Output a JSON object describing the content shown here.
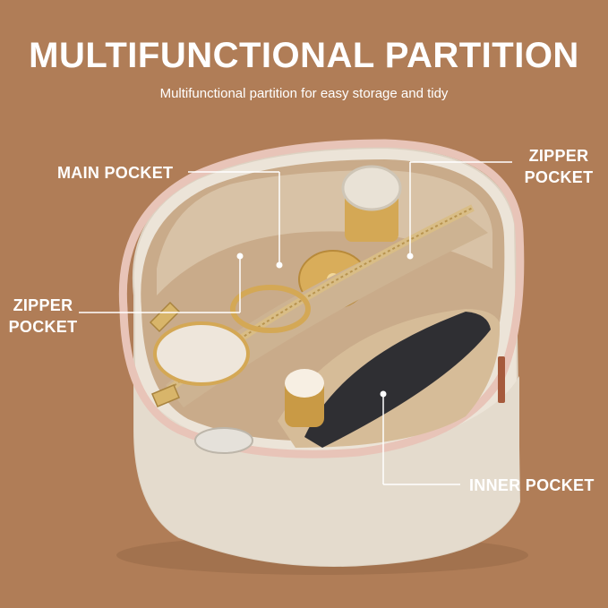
{
  "header": {
    "title": "MULTIFUNCTIONAL PARTITION",
    "subtitle": "Multifunctional partition for easy storage and tidy"
  },
  "callouts": {
    "main_pocket": "MAIN POCKET",
    "zipper_pocket_right_line1": "ZIPPER",
    "zipper_pocket_right_line2": "POCKET",
    "zipper_pocket_left_line1": "ZIPPER",
    "zipper_pocket_left_line2": "POCKET",
    "inner_pocket": "INNER POCKET"
  },
  "colors": {
    "background": "#b07d57",
    "felt": "#ece4d8",
    "felt_inner": "#c9ab8a",
    "pink_trim": "#e8c4b8",
    "gold": "#d4a855",
    "text": "#ffffff"
  }
}
